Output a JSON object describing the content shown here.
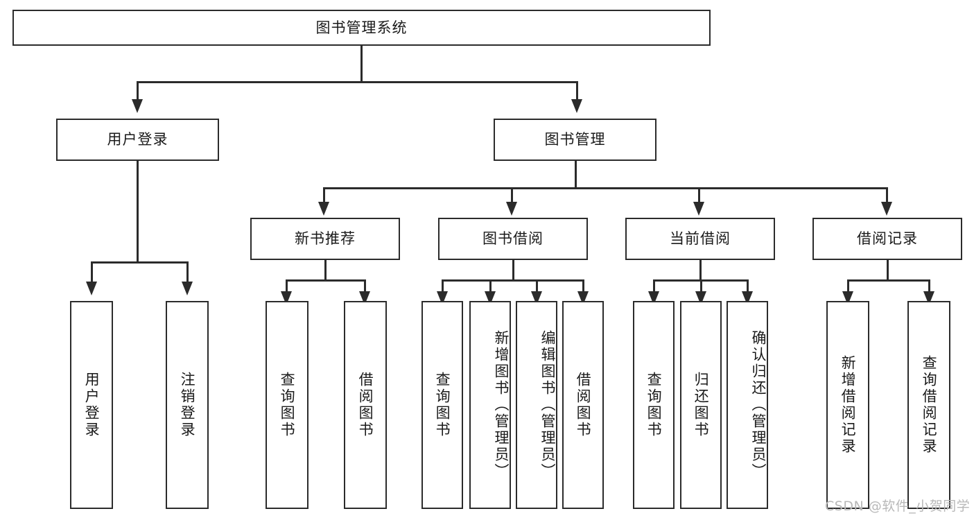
{
  "diagram": {
    "type": "tree-hierarchy",
    "title": "图书管理系统",
    "root": {
      "label": "图书管理系统"
    },
    "level2": [
      {
        "label": "用户登录"
      },
      {
        "label": "图书管理"
      }
    ],
    "level3": [
      {
        "label": "新书推荐"
      },
      {
        "label": "图书借阅"
      },
      {
        "label": "当前借阅"
      },
      {
        "label": "借阅记录"
      }
    ],
    "leaves": {
      "user_login": [
        {
          "label": "用户登录"
        },
        {
          "label": "注销登录"
        }
      ],
      "new_book_recommend": [
        {
          "label": "查询图书"
        },
        {
          "label": "借阅图书"
        }
      ],
      "book_borrow": [
        {
          "label": "查询图书"
        },
        {
          "label": "新增图书（管理员）"
        },
        {
          "label": "编辑图书（管理员）"
        },
        {
          "label": "借阅图书"
        }
      ],
      "current_borrow": [
        {
          "label": "查询图书"
        },
        {
          "label": "归还图书"
        },
        {
          "label": "确认归还（管理员）"
        }
      ],
      "borrow_record": [
        {
          "label": "新增借阅记录"
        },
        {
          "label": "查询借阅记录"
        }
      ]
    }
  },
  "watermark": {
    "text": "CSDN @软件_小贺同学"
  },
  "colors": {
    "stroke": "#2b2b2b",
    "background": "#ffffff",
    "text": "#1a1a1a",
    "watermark": "#b8b8b8"
  }
}
